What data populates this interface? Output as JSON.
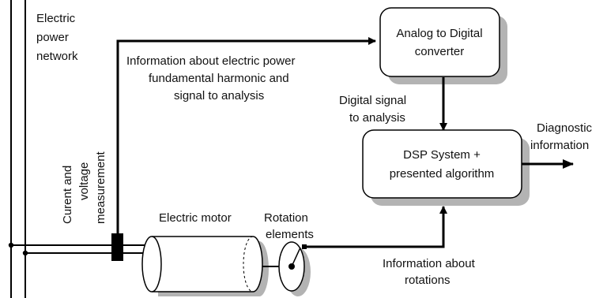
{
  "network": {
    "label_line1": "Electric",
    "label_line2": "power",
    "label_line3": "network"
  },
  "adc": {
    "line1": "Analog to Digital",
    "line2": "converter"
  },
  "dsp": {
    "line1": "DSP System +",
    "line2": "presented algorithm"
  },
  "labels": {
    "info_power_line1": "Information about electric power",
    "info_power_line2": "fundamental harmonic and",
    "info_power_line3": "signal to analysis",
    "digital_line1": "Digital signal",
    "digital_line2": "to analysis",
    "diag_line1": "Diagnostic",
    "diag_line2": "information",
    "measurement_line1": "Curent and",
    "measurement_line2": "voltage",
    "measurement_line3": "measurement",
    "motor": "Electric motor",
    "rotation_line1": "Rotation",
    "rotation_line2": "elements",
    "rotinfo_line1": "Information about",
    "rotinfo_line2": "rotations"
  },
  "colors": {
    "line": "#000000",
    "shadow": "#b3b3b3",
    "box_fill": "#ffffff"
  }
}
